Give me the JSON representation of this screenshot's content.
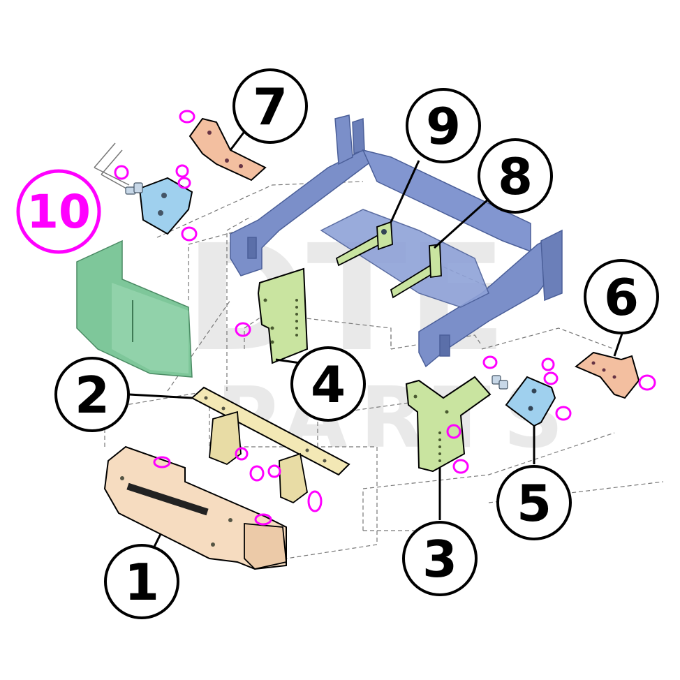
{
  "watermark": {
    "line1": "DTE",
    "line2": "PARTS"
  },
  "callouts": [
    {
      "id": "1",
      "label": "1"
    },
    {
      "id": "2",
      "label": "2"
    },
    {
      "id": "3",
      "label": "3"
    },
    {
      "id": "4",
      "label": "4"
    },
    {
      "id": "5",
      "label": "5"
    },
    {
      "id": "6",
      "label": "6"
    },
    {
      "id": "7",
      "label": "7"
    },
    {
      "id": "8",
      "label": "8"
    },
    {
      "id": "9",
      "label": "9"
    },
    {
      "id": "10",
      "label": "10"
    }
  ],
  "colors": {
    "frame": "#7b8fc9",
    "frame_dark": "#5b6fa9",
    "bracket_green": "#c9e4a0",
    "bracket_blue": "#9fd0ee",
    "bracket_peach": "#f3bfa0",
    "bumper": "#7ec79a",
    "winch_plate": "#f6dcc0",
    "bolt_highlight": "#ff00ff",
    "callout_line": "#000000"
  }
}
